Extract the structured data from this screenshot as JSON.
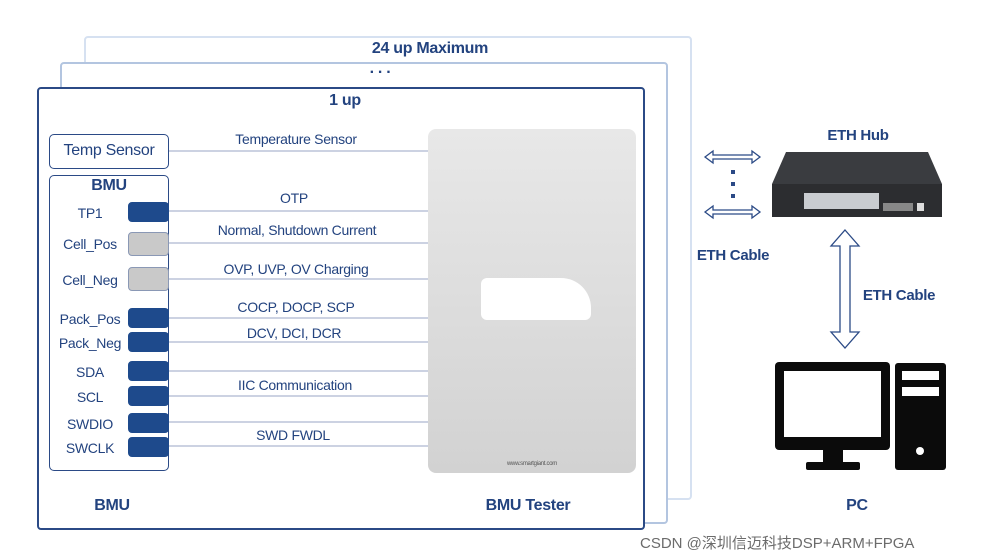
{
  "frames": {
    "max_label": "24 up Maximum",
    "ellipsis": ". . .",
    "one_up_label": "1 up"
  },
  "temp_sensor_label": "Temp Sensor",
  "bmu": {
    "title": "BMU",
    "pins": [
      {
        "label": "TP1",
        "state": "blue"
      },
      {
        "label": "Cell_Pos",
        "state": "grey"
      },
      {
        "label": "Cell_Neg",
        "state": "grey"
      },
      {
        "label": "Pack_Pos",
        "state": "blue"
      },
      {
        "label": "Pack_Neg",
        "state": "blue"
      },
      {
        "label": "SDA",
        "state": "blue"
      },
      {
        "label": "SCL",
        "state": "blue"
      },
      {
        "label": "SWDIO",
        "state": "blue"
      },
      {
        "label": "SWCLK",
        "state": "blue"
      }
    ]
  },
  "signals": [
    "Temperature Sensor",
    "OTP",
    "Normal, Shutdown Current",
    "OVP, UVP, OV Charging",
    "COCP, DOCP, SCP",
    "DCV, DCI, DCR",
    "IIC Communication",
    "SWD FWDL"
  ],
  "tester": {
    "url": "www.smartgiant.com"
  },
  "bottom_labels": {
    "bmu": "BMU",
    "tester": "BMU Tester",
    "pc": "PC"
  },
  "network": {
    "hub_label": "ETH Hub",
    "cable_left": "ETH Cable",
    "cable_right": "ETH Cable"
  },
  "watermark": "CSDN @深圳信迈科技DSP+ARM+FPGA",
  "colors": {
    "primary": "#23437f",
    "pin_blue": "#1e4a8c",
    "pin_grey": "#c9c9c9"
  }
}
